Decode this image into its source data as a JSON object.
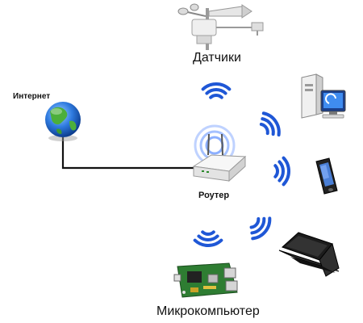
{
  "labels": {
    "sensors": "Датчики",
    "internet": "Интернет",
    "router": "Роутер",
    "microcomputer": "Микрокомпьютер"
  },
  "colors": {
    "wave": "#1f57d6",
    "wave_light": "#7fa6ff",
    "cable": "#111111",
    "router_body": "#f2f2f2",
    "globe_ocean": "#2f7be0",
    "globe_land": "#4caf3a",
    "board": "#2e7d32"
  },
  "icons": {
    "weather_station": "weather-station-icon",
    "globe": "globe-icon",
    "router": "router-icon",
    "desktop": "desktop-computer-icon",
    "phone": "smartphone-icon",
    "laptop": "laptop-icon",
    "board": "circuit-board-icon"
  }
}
